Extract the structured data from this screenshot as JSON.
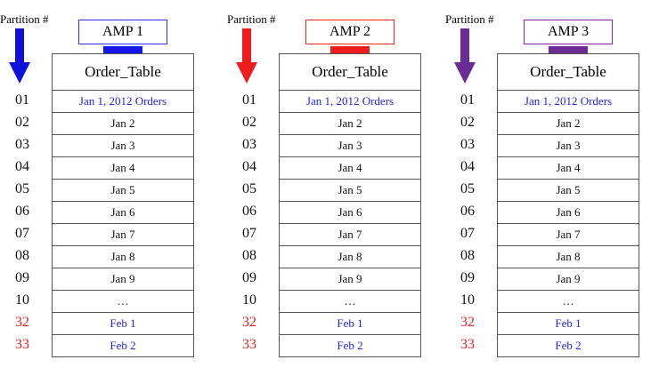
{
  "partition_label": "Partition #",
  "partition_numbers": [
    {
      "text": "01",
      "color": "#111111"
    },
    {
      "text": "02",
      "color": "#111111"
    },
    {
      "text": "03",
      "color": "#111111"
    },
    {
      "text": "04",
      "color": "#111111"
    },
    {
      "text": "05",
      "color": "#111111"
    },
    {
      "text": "06",
      "color": "#111111"
    },
    {
      "text": "07",
      "color": "#111111"
    },
    {
      "text": "08",
      "color": "#111111"
    },
    {
      "text": "09",
      "color": "#111111"
    },
    {
      "text": "10",
      "color": "#111111"
    },
    {
      "text": "32",
      "color": "#ee1c1c"
    },
    {
      "text": "33",
      "color": "#ee1c1c"
    }
  ],
  "table_header": "Order_Table",
  "rows": [
    {
      "text": "Jan 1, 2012 Orders",
      "color": "#2222ee"
    },
    {
      "text": "Jan 2",
      "color": "#111111"
    },
    {
      "text": "Jan 3",
      "color": "#111111"
    },
    {
      "text": "Jan 4",
      "color": "#111111"
    },
    {
      "text": "Jan 5",
      "color": "#111111"
    },
    {
      "text": "Jan 6",
      "color": "#111111"
    },
    {
      "text": "Jan 7",
      "color": "#111111"
    },
    {
      "text": "Jan 8",
      "color": "#111111"
    },
    {
      "text": "Jan 9",
      "color": "#111111"
    },
    {
      "text": "…",
      "color": "#111111"
    },
    {
      "text": "Feb 1",
      "color": "#2222ee"
    },
    {
      "text": "Feb 2",
      "color": "#2222ee"
    }
  ],
  "amps": [
    {
      "label": "AMP 1",
      "box_border_color": "#2b2bff",
      "bar_color": "#1616e8",
      "arrow_color": "#1010dd"
    },
    {
      "label": "AMP 2",
      "box_border_color": "#ee2222",
      "bar_color": "#ee1c1c",
      "arrow_color": "#ee1c1c"
    },
    {
      "label": "AMP 3",
      "box_border_color": "#7a2a9a",
      "bar_color": "#6b2d93",
      "arrow_color": "#6b2d93"
    }
  ]
}
